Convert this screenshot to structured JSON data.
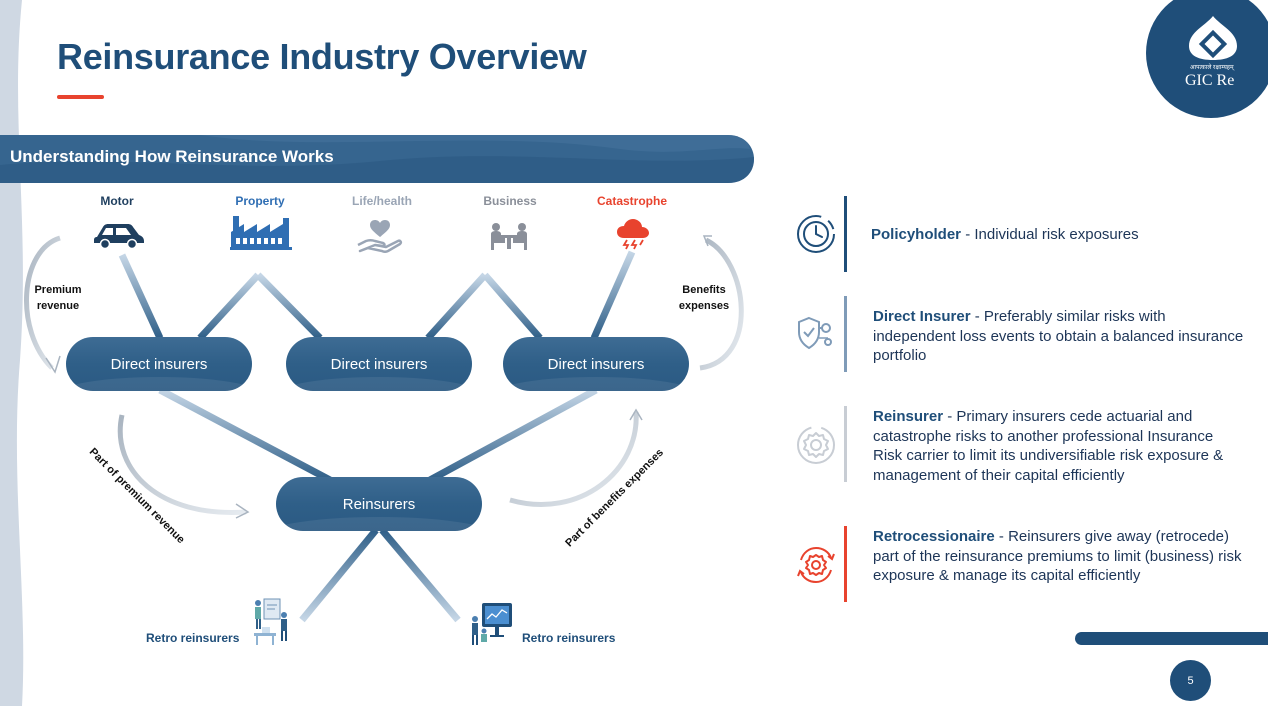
{
  "title": "Reinsurance Industry Overview",
  "logo": {
    "hindi": "आपत्काले रक्षाम्यहम्",
    "name": "GIC Re"
  },
  "banner": "Understanding How Reinsurance Works",
  "categories": [
    {
      "label": "Motor",
      "icon": "car-icon",
      "color": "#1f3f5f"
    },
    {
      "label": "Property",
      "icon": "factory-icon",
      "color": "#2f6eb3"
    },
    {
      "label": "Life/health",
      "icon": "heart-hand-icon",
      "color": "#9aa5b5"
    },
    {
      "label": "Business",
      "icon": "meeting-icon",
      "color": "#8a8f99"
    },
    {
      "label": "Catastrophe",
      "icon": "storm-cloud-icon",
      "color": "#e8432e"
    }
  ],
  "nodes": {
    "direct_1": "Direct insurers",
    "direct_2": "Direct insurers",
    "direct_3": "Direct insurers",
    "reinsurers": "Reinsurers"
  },
  "flow_labels": {
    "premium_revenue_line1": "Premium",
    "premium_revenue_line2": "revenue",
    "benefits_expenses_line1": "Benefits",
    "benefits_expenses_line2": "expenses",
    "part_premium": "Part of premium revenue",
    "part_benefits": "Part of benefits expenses"
  },
  "retro": {
    "left": "Retro reinsurers",
    "right": "Retro reinsurers"
  },
  "roles": [
    {
      "name": "Policyholder",
      "desc": " - Individual risk exposures",
      "icon": "clock-icon",
      "bar_color": "#1f4e79"
    },
    {
      "name": "Direct Insurer",
      "desc": " - Preferably similar risks with independent loss events to obtain a balanced insurance portfolio",
      "icon": "shield-gear-icon",
      "bar_color": "#7f9bb8"
    },
    {
      "name": "Reinsurer",
      "desc": " - Primary insurers cede actuarial and catastrophe risks to another professional Insurance Risk carrier to limit its undiversifiable risk exposure & management of their capital efficiently",
      "icon": "gear-icon",
      "bar_color": "#c8cdd4"
    },
    {
      "name": "Retrocessionaire",
      "desc": " - Reinsurers give away (retrocede) part of the reinsurance premiums to limit (business) risk exposure & manage its capital efficiently",
      "icon": "gear-cycle-icon",
      "bar_color": "#e8432e"
    }
  ],
  "page_number": "5"
}
